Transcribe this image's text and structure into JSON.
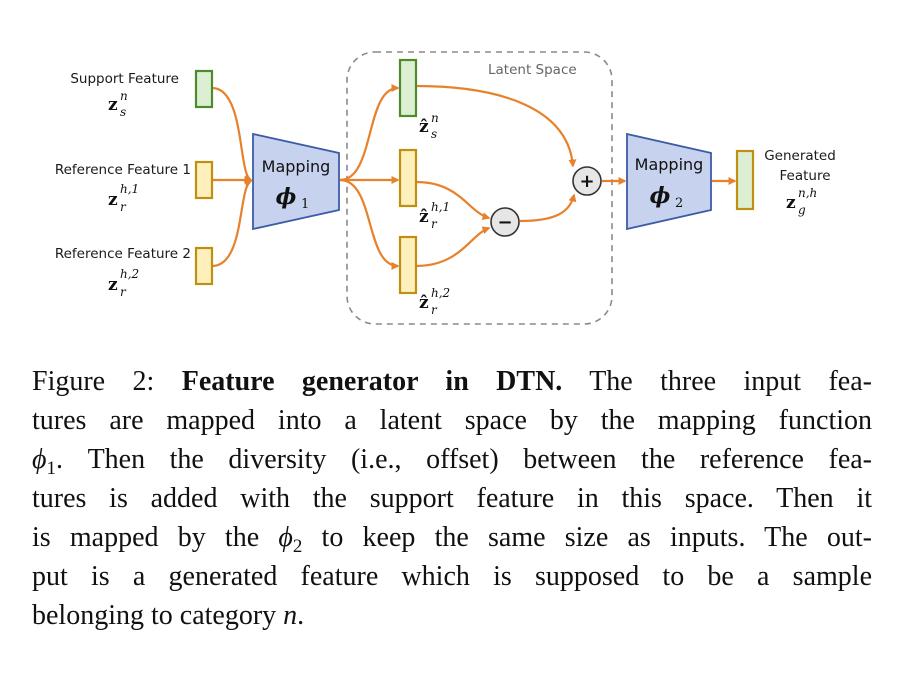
{
  "figure": {
    "inputs": {
      "support": {
        "label": "Support Feature",
        "symbol": "z",
        "sub": "s",
        "sup": "n"
      },
      "ref1": {
        "label": "Reference Feature 1",
        "symbol": "z",
        "sub": "r",
        "sup": "h,1"
      },
      "ref2": {
        "label": "Reference Feature 2",
        "symbol": "z",
        "sub": "r",
        "sup": "h,2"
      }
    },
    "mapping1": {
      "label": "Mapping",
      "symbol": "ϕ",
      "sub": "1"
    },
    "latent_space": {
      "label": "Latent Space",
      "support": {
        "symbol": "ẑ",
        "sub": "s",
        "sup": "n"
      },
      "ref1": {
        "symbol": "ẑ",
        "sub": "r",
        "sup": "h,1"
      },
      "ref2": {
        "symbol": "ẑ",
        "sub": "r",
        "sup": "h,2"
      }
    },
    "operators": {
      "minus": "−",
      "plus": "+"
    },
    "mapping2": {
      "label": "Mapping",
      "symbol": "ϕ",
      "sub": "2"
    },
    "output": {
      "label_line1": "Generated",
      "label_line2": "Feature",
      "symbol": "z",
      "sub": "g",
      "sup": "n,h"
    },
    "colors": {
      "arrow": "#e8812b",
      "green_fill": "#dcefd2",
      "green_stroke": "#4f8a2c",
      "yellow_fill": "#fdf0bd",
      "yellow_stroke": "#bf8f10",
      "mapping_fill": "#c7d3ee",
      "mapping_stroke": "#3d5ba6",
      "latent_border": "#8a8a8a"
    }
  },
  "caption": {
    "figure_label": "Figure 2:",
    "title": "Feature generator in DTN.",
    "lines": {
      "l1": "The three input fea-",
      "l2": "tures are mapped into a latent space by the mapping function",
      "l3_phi": "ϕ",
      "l3_sub": "1",
      "l3_rest": ". Then the diversity (i.e., offset) between the reference fea-",
      "l4": "tures is added with the support feature in this space. Then it",
      "l5_pre": "is mapped by the ",
      "l5_phi": "ϕ",
      "l5_sub": "2",
      "l5_rest": " to keep the same size as inputs. The out-",
      "l6": "put is a generated feature which is supposed to be a sample",
      "l7_pre": "belonging to category ",
      "l7_n": "n",
      "l7_end": "."
    }
  }
}
